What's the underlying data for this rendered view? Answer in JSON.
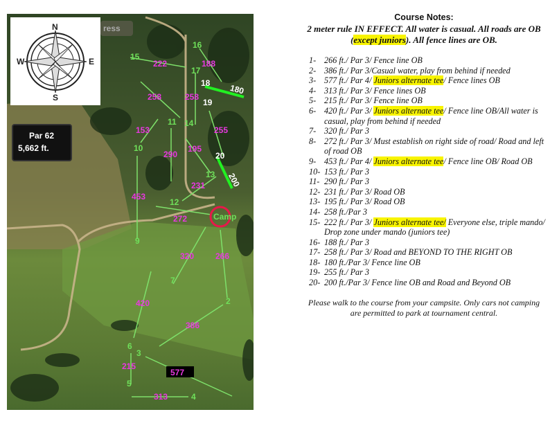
{
  "map": {
    "compass": {
      "n": "N",
      "s": "S",
      "e": "E",
      "w": "W"
    },
    "search_fragment": "ress",
    "summary": {
      "par": "Par 62",
      "distance": "5,662 ft."
    },
    "camp_label": "Camp",
    "hole_numbers": {
      "h1": "",
      "h2": "2",
      "h3": "3",
      "h4": "4",
      "h5": "5",
      "h6": "6",
      "h7": "7",
      "h9": "9",
      "h10": "10",
      "h11": "11",
      "h12": "12",
      "h13": "13",
      "h14": "14",
      "h15": "15",
      "h16": "16",
      "h17": "17",
      "h18": "18",
      "h19": "19",
      "h20": "20"
    },
    "distances": {
      "d2": "386",
      "d3": "577",
      "d4": "313",
      "d5": "215",
      "d6": "420",
      "d7": "320",
      "d1": "266",
      "d8": "272",
      "d9": "453",
      "d10": "153",
      "d11": "290",
      "d12": "231",
      "d13": "195",
      "d14": "258",
      "d15": "222",
      "d16": "188",
      "d17": "258",
      "d18": "180",
      "d19": "255",
      "d20": "200"
    },
    "colors": {
      "line": "#7ee06a",
      "highlight_line": "#22f022",
      "distance": "#e838e0",
      "camp_circle": "#e8184a"
    }
  },
  "notes": {
    "title": "Course Notes:",
    "rules_part1": "2 meter rule IN EFFECT. All water is casual. All roads are OB (",
    "rules_highlight": "except juniors",
    "rules_part2": "). All fence lines are OB.",
    "holes": [
      {
        "num": "1-",
        "pre": "266 ft./ Par 3/ Fence line OB",
        "hl": "",
        "post": ""
      },
      {
        "num": "2-",
        "pre": "386 ft./ Par 3/Casual water, play from behind if needed",
        "hl": "",
        "post": ""
      },
      {
        "num": "3-",
        "pre": "577 ft./ Par 4/ ",
        "hl": "Juniors alternate tee",
        "post": "/ Fence lines OB"
      },
      {
        "num": "4-",
        "pre": "313 ft./ Par 3/ Fence lines OB",
        "hl": "",
        "post": ""
      },
      {
        "num": "5-",
        "pre": "215 ft./ Par 3/ Fence line OB",
        "hl": "",
        "post": ""
      },
      {
        "num": "6-",
        "pre": "420 ft./ Par 3/ ",
        "hl": "Juniors alternate tee",
        "post": "/ Fence line OB/All water is casual, play from behind if needed"
      },
      {
        "num": "7-",
        "pre": "320 ft./ Par 3",
        "hl": "",
        "post": ""
      },
      {
        "num": "8-",
        "pre": "272 ft./ Par 3/ Must establish on right side of road/ Road and left of road OB",
        "hl": "",
        "post": ""
      },
      {
        "num": "9-",
        "pre": "453 ft./ Par 4/ ",
        "hl": "Juniors alternate tee",
        "post": "/ Fence line OB/ Road OB"
      },
      {
        "num": "10-",
        "pre": "153 ft./ Par 3",
        "hl": "",
        "post": ""
      },
      {
        "num": "11-",
        "pre": "290 ft./ Par 3",
        "hl": "",
        "post": ""
      },
      {
        "num": "12-",
        "pre": "231 ft./ Par 3/ Road OB",
        "hl": "",
        "post": ""
      },
      {
        "num": "13-",
        "pre": "195 ft./ Par 3/ Road  OB",
        "hl": "",
        "post": ""
      },
      {
        "num": "14-",
        "pre": "258 ft./Par 3",
        "hl": "",
        "post": ""
      },
      {
        "num": "15-",
        "pre": "222 ft./ Par 3/ ",
        "hl": "Juniors alternate tee/",
        "post": " Everyone else, triple mando/ Drop zone under mando (juniors tee)"
      },
      {
        "num": "16-",
        "pre": "188 ft./ Par 3",
        "hl": "",
        "post": ""
      },
      {
        "num": "17-",
        "pre": "258 ft./ Par 3/ Road and BEYOND TO THE RIGHT OB",
        "hl": "",
        "post": ""
      },
      {
        "num": "18-",
        "pre": "180 ft./Par 3/ Fence line OB",
        "hl": "",
        "post": ""
      },
      {
        "num": "19-",
        "pre": "255 ft./ Par 3",
        "hl": "",
        "post": ""
      },
      {
        "num": "20-",
        "pre": "200 ft./Par 3/ Fence line OB and Road and Beyond OB",
        "hl": "",
        "post": ""
      }
    ],
    "footer": "Please walk to the course from your campsite. Only cars not camping are permitted to park at tournament central."
  }
}
